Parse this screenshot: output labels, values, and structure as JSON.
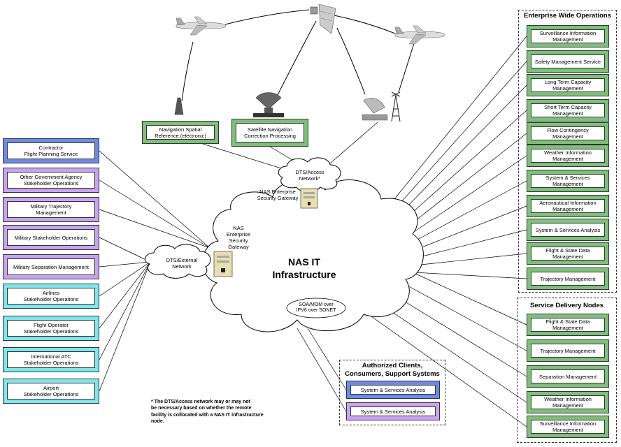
{
  "colors": {
    "green": "#7dbf7b",
    "green_dark": "#a8d5a2",
    "blue": "#6d8be6",
    "purple": "#c8a4f0",
    "cyan": "#7fe6ec",
    "cloud_stroke": "#000000"
  },
  "top_nodes": {
    "nav_spatial": "Navigation Spatial\nReference (electronic)",
    "sat_nav": "Satellite Navigation\nCorrection Processing"
  },
  "left_nodes": [
    {
      "label": "Contractor\nFlight Planning Service",
      "color": "blue"
    },
    {
      "label": "Other Government Agency\nStakeholder Operations",
      "color": "purple"
    },
    {
      "label": "Military Trajectory\nManagement",
      "color": "purple"
    },
    {
      "label": "Military Stakeholder Operations",
      "color": "purple"
    },
    {
      "label": "Military Separation Management",
      "color": "purple"
    },
    {
      "label": "Airlines\nStakeholder Operations",
      "color": "cyan"
    },
    {
      "label": "Flight Operator\nStakeholder Operations",
      "color": "cyan"
    },
    {
      "label": "International ATC\nStakeholder Operations",
      "color": "cyan"
    },
    {
      "label": "Airport\nStakeholder Operations",
      "color": "cyan"
    }
  ],
  "enterprise_group": {
    "title": "Enterprise Wide Operations",
    "items": [
      "Surveillance Information\nManagement",
      "Safety Management Service",
      "Long Term Capacity\nManagement",
      "Short Term Capacity\nManagement",
      "Flow Contingency\nManagement",
      "Weather Information\nManagement",
      "System & Services\nManagement",
      "Aeronautical Information\nManagement",
      "System & Services Analysis",
      "Flight & State Data\nManagement",
      "Trajectory Management"
    ]
  },
  "service_group": {
    "title": "Service Delivery Nodes",
    "items": [
      "Flight & State Data\nManagement",
      "Trajectory Management",
      "Separation Management",
      "Weather Information\nManagement",
      "Surveillance Information\nManagement"
    ]
  },
  "auth_group": {
    "title": "Authorized Clients,\nConsumers, Support Systems",
    "items": [
      {
        "label": "System & Services Analysis",
        "color": "blue"
      },
      {
        "label": "System & Services Analysis",
        "color": "purple"
      }
    ]
  },
  "clouds": {
    "dts_access": "DTS/Access\nNetwork*",
    "dts_external": "DTS/External\nNetwork",
    "nas_it": "NAS IT\nInfrastructure",
    "soa": "SOA/MOM over\nIPV6 over SONET"
  },
  "gateways": {
    "top": "NAS Enterprise\nSecurity Gateway",
    "left": "NAS\nEnterprise\nSecurity\nGateway"
  },
  "footnote": "* The DTS/Access network may or may not\nbe necessary based on whether the remote\nfacility is collocated with a NAS IT infrastructure\nnode.",
  "icons": [
    "airplane-icon",
    "satellite-icon",
    "satellite-dish-icon",
    "radar-dish-icon",
    "radio-tower-icon",
    "antenna-icon",
    "server-icon"
  ]
}
